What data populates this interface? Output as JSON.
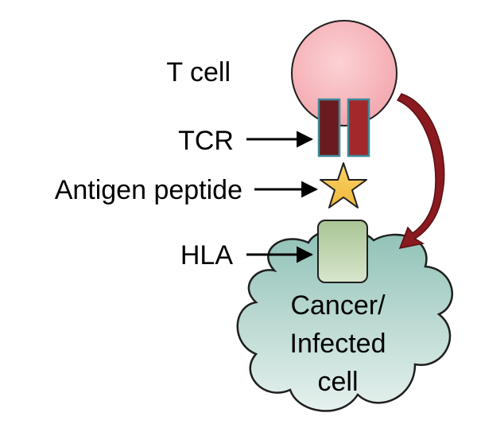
{
  "labels": {
    "t_cell": "T cell",
    "tcr": "TCR",
    "antigen": "Antigen peptide",
    "hla": "HLA",
    "target_line1": "Cancer/",
    "target_line2": "Infected",
    "target_line3": "cell"
  },
  "colors": {
    "t_cell_fill": "#f7b7bd",
    "tcr_left": "#6b1a1e",
    "tcr_right": "#a3282c",
    "tcr_border": "#3e8a9a",
    "antigen_fill": "#f5c74a",
    "hla_fill": "#b7cfa3",
    "target_fill": "#a9cfc5",
    "curved_arrow": "#8a1a1f"
  }
}
